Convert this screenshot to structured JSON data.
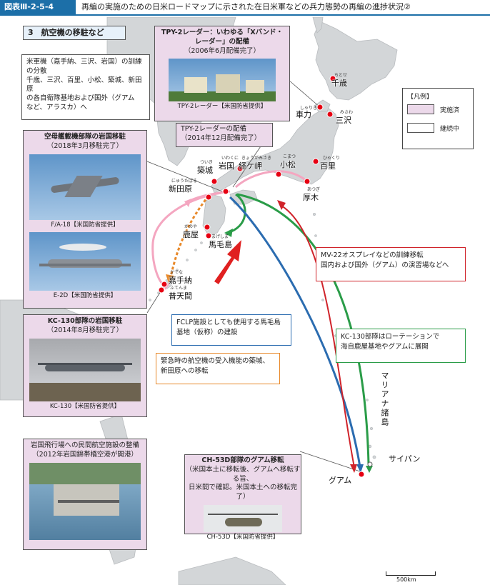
{
  "header": {
    "figure_no": "図表Ⅲ-2-5-4",
    "title": "再編の実施のための日米ロードマップに示された在日米軍などの兵力態勢の再編の進捗状況②"
  },
  "section": "3　航空機の移駐など",
  "boxes": {
    "tpy2_xband": {
      "line1": "TPY-2レーダー：いわゆる「Xバンド・",
      "line2": "レーダー」の配備",
      "line3": "（2006年6月配備完了）",
      "caption": "TPY-2レーダー【米国防省提供】"
    },
    "tpy2_2014": {
      "line1": "TPY-2レーダーの配備",
      "line2": "（2014年12月配備完了）"
    },
    "dispersal": {
      "line1": "米軍機（嘉手納、三沢、岩国）の訓練",
      "line2": "の分散",
      "line3": "千歳、三沢、百里、小松、築城、新田原",
      "line4": "の各自衛隊基地および国外（グアム",
      "line5": "など、アラスカ）へ"
    },
    "carrier": {
      "title": "空母艦載機部隊の岩国移駐",
      "sub": "（2018年3月移駐完了）",
      "cap1": "F/A-18【米国防省提供】",
      "cap2": "E-2D【米国防省提供】"
    },
    "kc130": {
      "title": "KC-130部隊の岩国移駐",
      "sub": "（2014年8月移駐完了）",
      "caption": "KC-130【米国防省提供】"
    },
    "iwakuni_civil": {
      "line1": "岩国飛行場への民間航空施設の整備",
      "line2": "（2012年岩国錦帯橋空港が開港）"
    },
    "ch53d": {
      "title": "CH-53D部隊のグアム移転",
      "line1": "（米国本土に移転後、グアムへ移転する旨、",
      "line2": "日米間で確認。米国本土への移転完了）",
      "caption": "CH-53D【米国防省提供】"
    }
  },
  "callouts": {
    "mv22": {
      "line1": "MV-22オスプレイなどの訓練移転",
      "line2": "国内および国外（グアム）の演習場などへ",
      "color": "#d0232a"
    },
    "kc130_rotation": {
      "line1": "KC-130部隊はローテーションで",
      "line2": "海自鹿屋基地やグアムに展開",
      "color": "#2a9c48"
    },
    "fclp": {
      "line1": "FCLP施設としても使用する馬毛島",
      "line2": "基地（仮称）の建設",
      "color": "#2b6cb0"
    },
    "emergency": {
      "line1": "緊急時の航空機の受入機能の築城、",
      "line2": "新田原への移転",
      "color": "#e8892a"
    }
  },
  "places": {
    "chitose": {
      "name": "千歳",
      "ruby": "ちとせ"
    },
    "shariki": {
      "name": "車力",
      "ruby": "しゃりき"
    },
    "misawa": {
      "name": "三沢",
      "ruby": "みさわ"
    },
    "komatsu": {
      "name": "小松",
      "ruby": "こまつ"
    },
    "hyakuri": {
      "name": "百里",
      "ruby": "ひゃくり"
    },
    "atsugi": {
      "name": "厚木",
      "ruby": "あつぎ"
    },
    "tsuiki": {
      "name": "築城",
      "ruby": "ついき"
    },
    "iwakuni": {
      "name": "岩国",
      "ruby": "いわくに"
    },
    "kyogamisaki": {
      "name": "経ケ岬",
      "ruby": "きょうがみさき"
    },
    "nyutabaru": {
      "name": "新田原",
      "ruby": "にゅうたばる"
    },
    "kanoya": {
      "name": "鹿屋",
      "ruby": "かのや"
    },
    "mageshima": {
      "name": "馬毛島",
      "ruby": "まげしま"
    },
    "kadena": {
      "name": "嘉手納",
      "ruby": "かでな"
    },
    "futenma": {
      "name": "普天間",
      "ruby": "ふてんま"
    },
    "mariana": {
      "name": "マリアナ諸島"
    },
    "saipan": {
      "name": "サイパン"
    },
    "guam": {
      "name": "グアム"
    }
  },
  "legend": {
    "title": "【凡例】",
    "done": "実施済",
    "ongoing": "継続中",
    "done_color": "#ecd9ea",
    "ongoing_color": "#ffffff"
  },
  "scale": "500km",
  "colors": {
    "land": "#d3d6d8",
    "sea": "#ffffff",
    "point": "#e60012",
    "pink_arrow": "#f4a6c0",
    "orange_arrow": "#e8892a",
    "green_arrow": "#2a9c48",
    "blue_arrow": "#2b6cb0",
    "red_arrow": "#d0232a"
  }
}
